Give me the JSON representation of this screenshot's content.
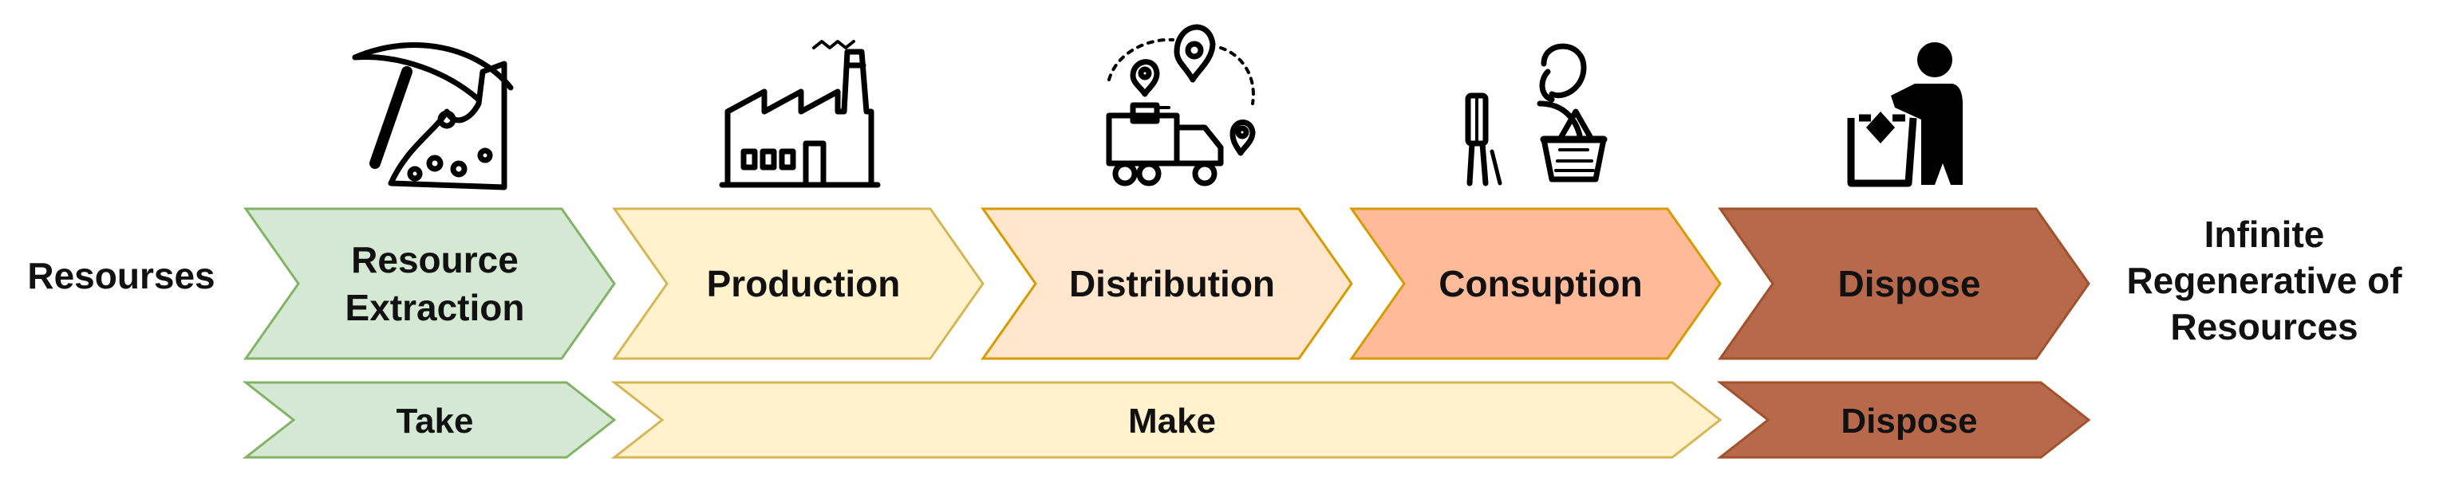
{
  "left_label": "Resourses",
  "right_label": {
    "line1": "Infinite",
    "line2": "Regenerative of",
    "line3": "Resources"
  },
  "stages": [
    {
      "line1": "Resource",
      "line2": "Extraction",
      "icon": "pickaxe-mining-icon",
      "fill": "#d5e8d4",
      "stroke": "#82b366"
    },
    {
      "line1": "Production",
      "icon": "factory-icon",
      "fill": "#fff2cc",
      "stroke": "#d6b656"
    },
    {
      "line1": "Distribution",
      "icon": "delivery-truck-location-icon",
      "fill": "#ffe6cc",
      "stroke": "#d79b00"
    },
    {
      "line1": "Consuption",
      "icon": "shopper-basket-icon",
      "fill": "#ffbb99",
      "stroke": "#d79b00"
    },
    {
      "line1": "Dispose",
      "icon": "person-trash-bin-icon",
      "fill": "#b9694b",
      "stroke": "#a0522d"
    }
  ],
  "phases": [
    {
      "label": "Take",
      "fill": "#d5e8d4",
      "stroke": "#82b366"
    },
    {
      "label": "Make",
      "fill": "#fff2cc",
      "stroke": "#d6b656"
    },
    {
      "label": "Dispose",
      "fill": "#b9694b",
      "stroke": "#a0522d"
    }
  ]
}
